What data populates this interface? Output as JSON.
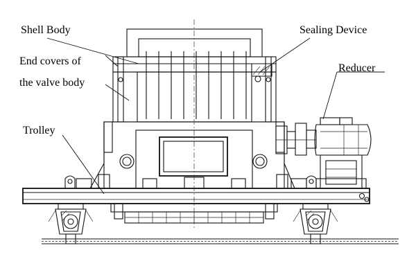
{
  "labels": {
    "shell_body": "Shell Body",
    "sealing_device": "Sealing Device",
    "end_covers_line1": "End covers of",
    "end_covers_line2": "the valve body",
    "reducer": "Reducer",
    "trolley": "Trolley"
  }
}
